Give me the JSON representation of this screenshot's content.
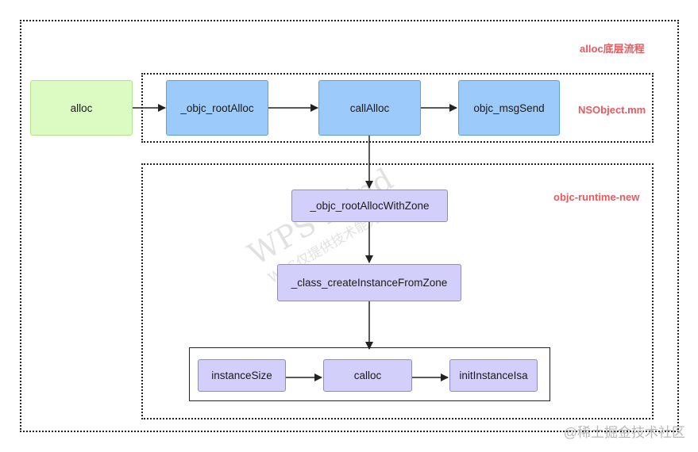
{
  "diagram": {
    "labels": {
      "flow_title": "alloc底层流程",
      "nsobject": "NSObject.mm",
      "runtime": "objc-runtime-new"
    },
    "nodes": {
      "alloc": "alloc",
      "objc_rootAlloc": "_objc_rootAlloc",
      "callAlloc": "callAlloc",
      "objc_msgSend": "objc_msgSend",
      "objc_rootAllocWithZone": "_objc_rootAllocWithZone",
      "class_createInstanceFromZone": "_class_createInstanceFromZone",
      "instanceSize": "instanceSize",
      "calloc": "calloc",
      "initInstanceIsa": "initInstanceIsa"
    },
    "edges": [
      [
        "alloc",
        "objc_rootAlloc"
      ],
      [
        "objc_rootAlloc",
        "callAlloc"
      ],
      [
        "callAlloc",
        "objc_msgSend"
      ],
      [
        "callAlloc",
        "objc_rootAllocWithZone"
      ],
      [
        "objc_rootAllocWithZone",
        "class_createInstanceFromZone"
      ],
      [
        "class_createInstanceFromZone",
        "calloc"
      ],
      [
        "instanceSize",
        "calloc"
      ],
      [
        "calloc",
        "initInstanceIsa"
      ]
    ],
    "colors": {
      "green_fill": "#dcfbc2",
      "blue_fill": "#9ccbfb",
      "purple_fill": "#d2d0fa",
      "label_red": "#e8585c"
    }
  },
  "watermark": {
    "line1": "WPS Mind",
    "line2": "WPS仅提供技术能力"
  },
  "credit": "@稀土掘金技术社区"
}
